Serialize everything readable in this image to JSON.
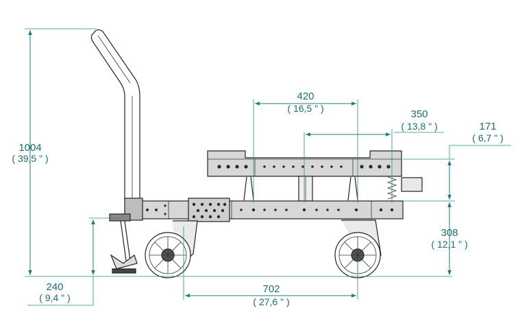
{
  "dimensions": {
    "overall_height": {
      "mm": "1004",
      "inch": "( 39,5 \" )"
    },
    "deck_height": {
      "mm": "308",
      "inch": "( 12,1 \" )"
    },
    "top_rail_height": {
      "mm": "171",
      "inch": "( 6,7 \" )"
    },
    "top_span": {
      "mm": "420",
      "inch": "( 16,5 \" )"
    },
    "right_span": {
      "mm": "350",
      "inch": "( 13,8 \" )"
    },
    "wheelbase": {
      "mm": "702",
      "inch": "( 27,6 \" )"
    },
    "brake_height": {
      "mm": "240",
      "inch": "( 9,4 \" )"
    }
  },
  "colors": {
    "dimension": "#1f7a7a",
    "outline": "#222222",
    "panel": "#d7d7d7"
  }
}
